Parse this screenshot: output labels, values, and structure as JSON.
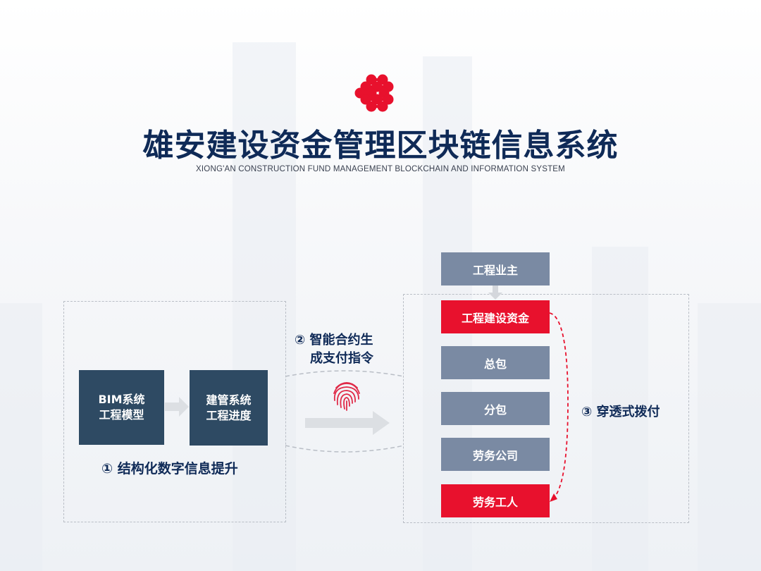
{
  "header": {
    "logo_icon": "red-dot-network-logo",
    "title": "雄安建设资金管理区块链信息系统",
    "subtitle": "XIONG'AN CONSTRUCTION FUND MANAGEMENT BLOCKCHAIN AND INFORMATION SYSTEM"
  },
  "section1": {
    "box_bim": {
      "line1": "BIM系统",
      "line2": "工程模型"
    },
    "box_jg": {
      "line1": "建管系统",
      "line2": "工程进度"
    },
    "label": "① 结构化数字信息提升"
  },
  "section2": {
    "label_line1": "② 智能合约生",
    "label_line2": "成支付指令",
    "icon": "fingerprint-icon"
  },
  "section3": {
    "top_box": "工程业主",
    "chain": [
      "工程建设资金",
      "总包",
      "分包",
      "劳务公司",
      "劳务工人"
    ],
    "label": "③ 穿透式拨付"
  },
  "colors": {
    "title": "#0f2a57",
    "accent_red": "#e8112d",
    "flow_gray": "#7a8aa3",
    "dark_box": "#2e4a63"
  }
}
